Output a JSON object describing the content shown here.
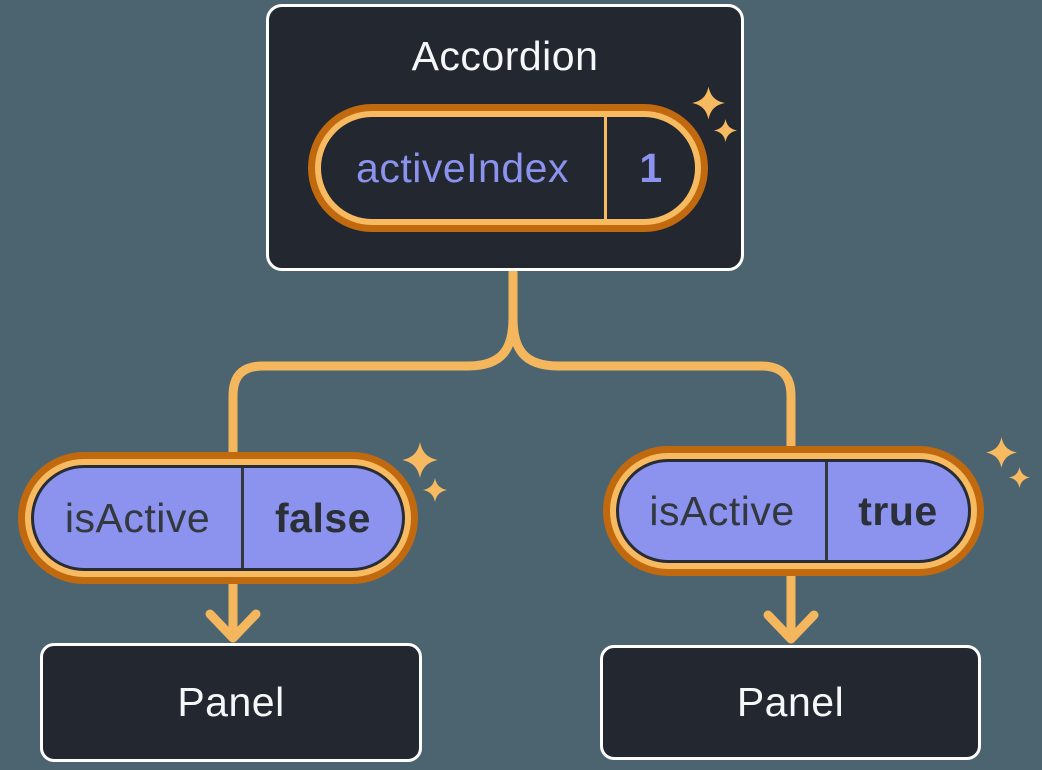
{
  "colors": {
    "background": "#4C6470",
    "card_fill": "#23272F",
    "card_border": "#FFFFFF",
    "connector": "#F5B75E",
    "pill_ring_outer": "#C1690F",
    "pill_ring_inner": "#F8BA60",
    "purple": "#8B93EE",
    "dark_text": "#33383F",
    "light_text": "#F6F7F9"
  },
  "root": {
    "title": "Accordion",
    "state": {
      "name": "activeIndex",
      "value": "1"
    }
  },
  "children": [
    {
      "prop": {
        "name": "isActive",
        "value": "false"
      },
      "panel_label": "Panel"
    },
    {
      "prop": {
        "name": "isActive",
        "value": "true"
      },
      "panel_label": "Panel"
    }
  ],
  "icons": {
    "sparkle": "sparkle-icon"
  }
}
